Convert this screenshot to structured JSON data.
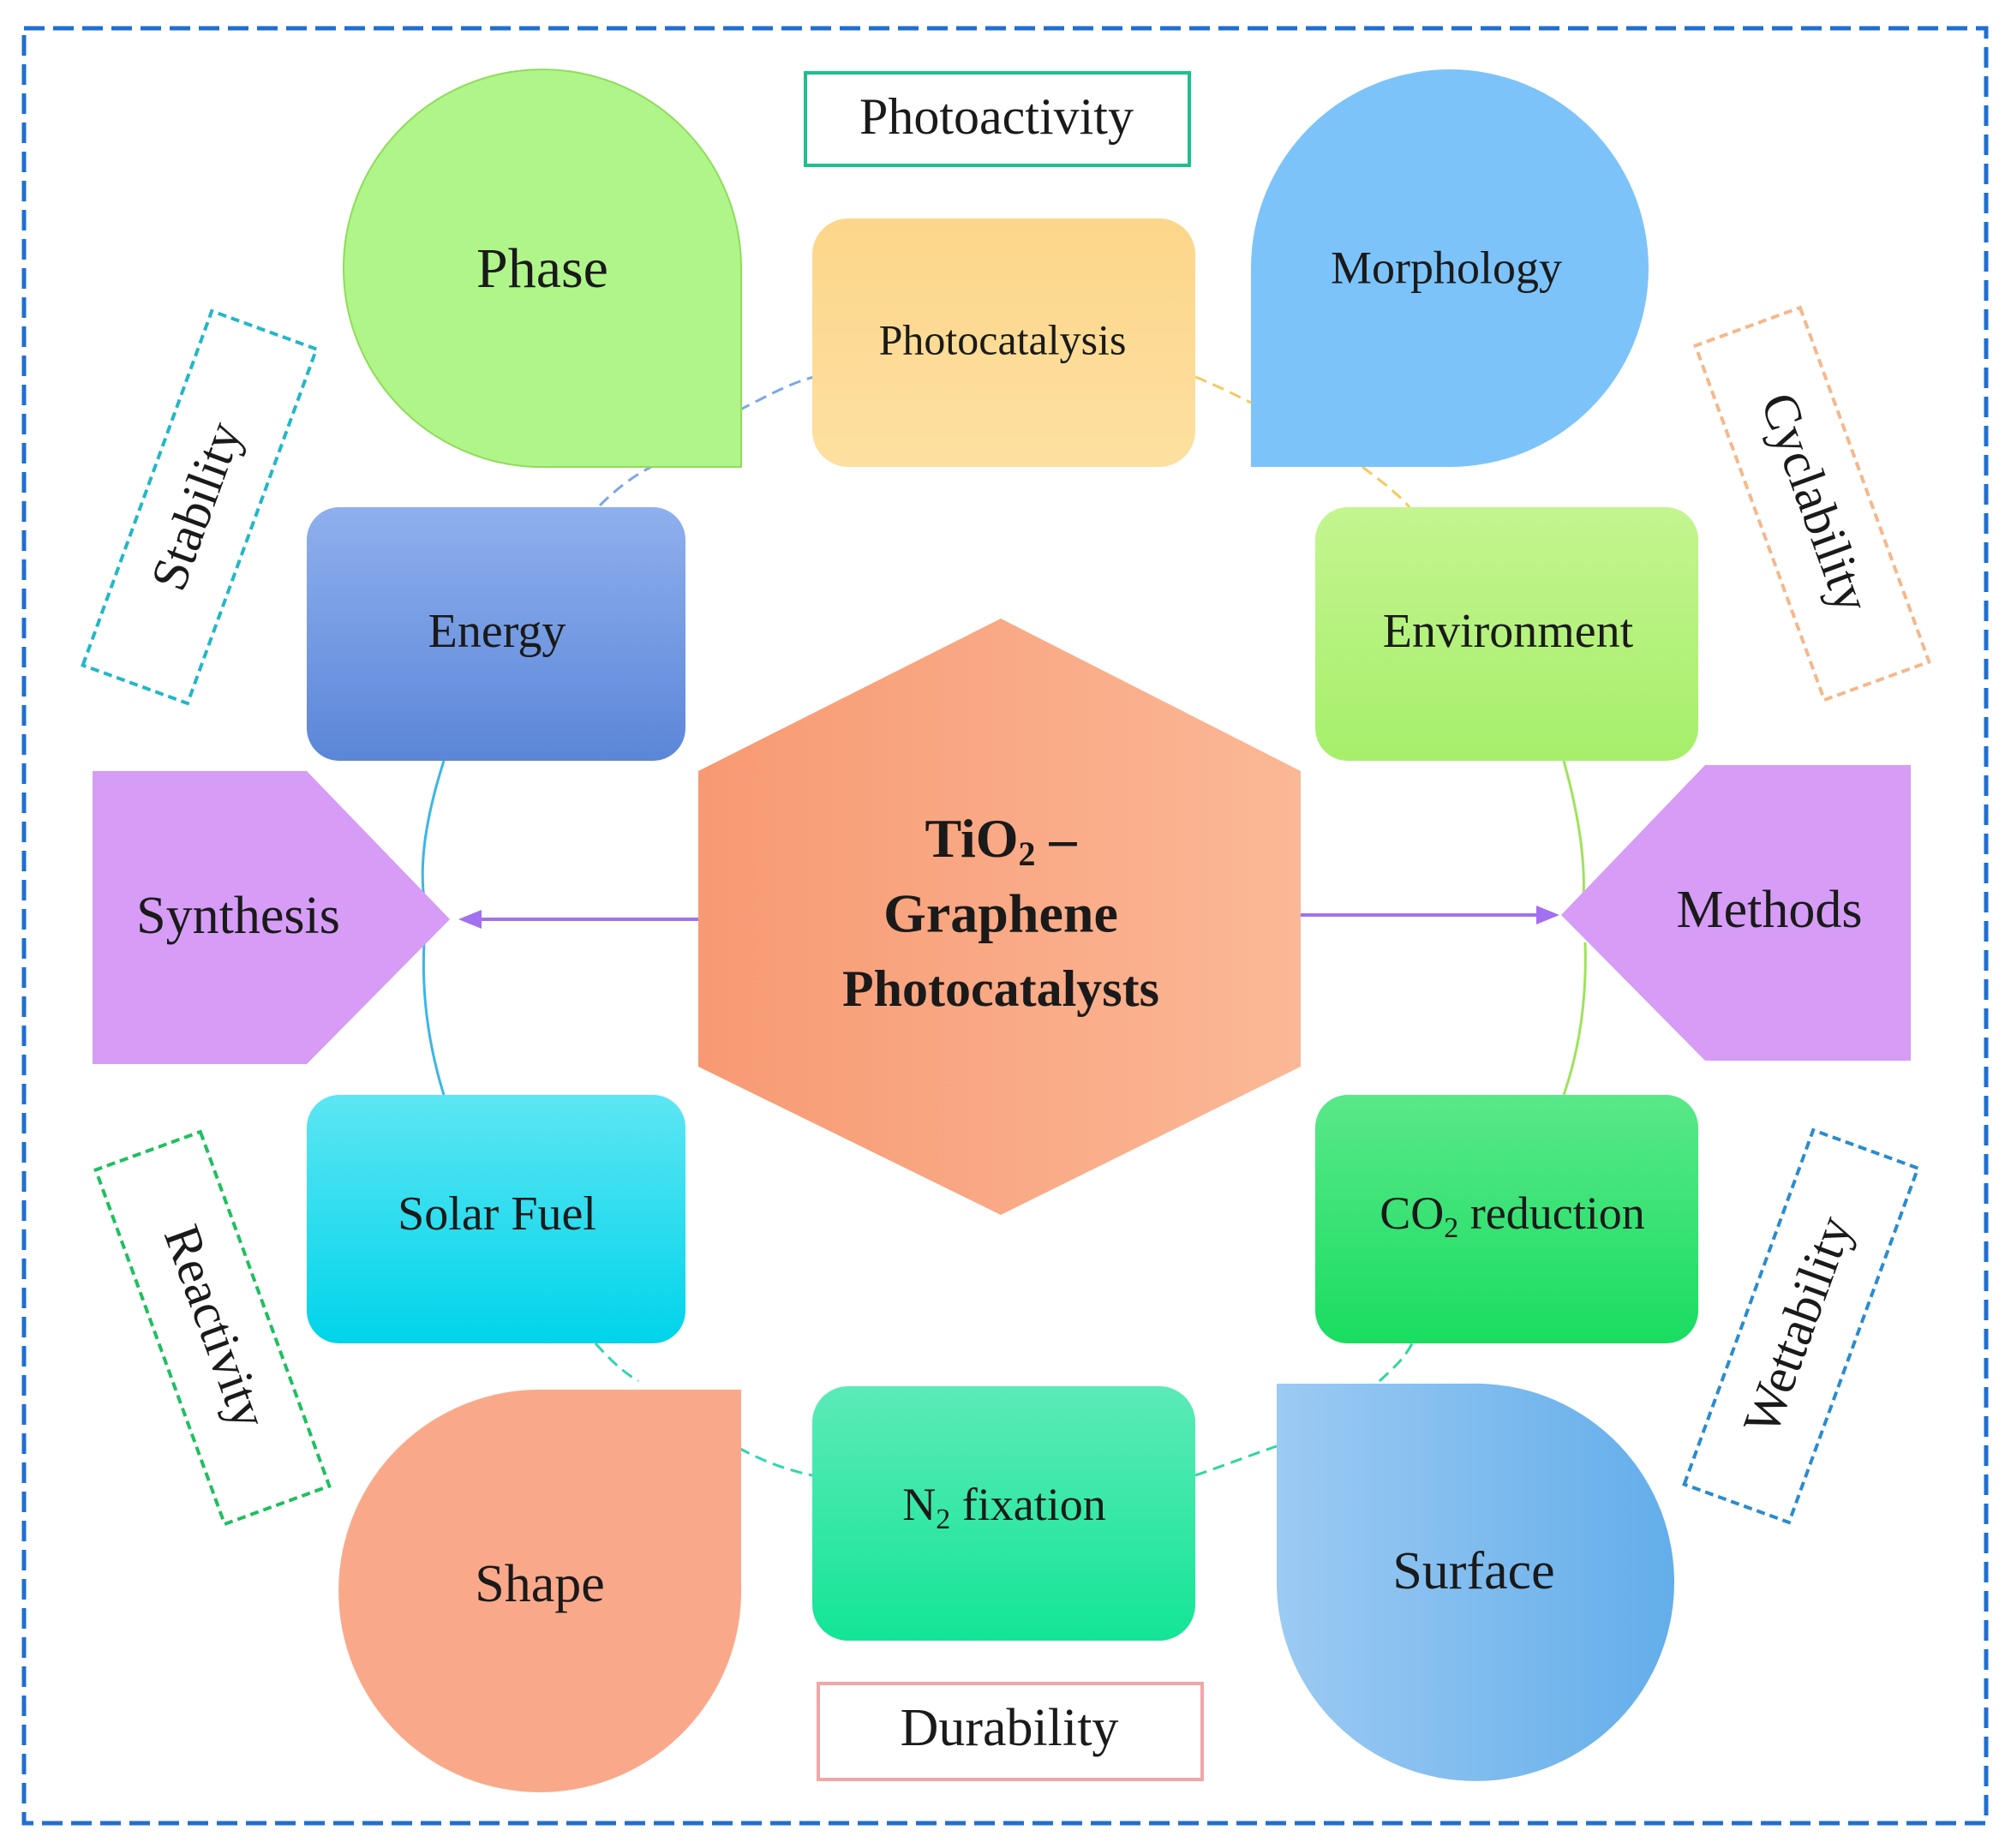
{
  "center": {
    "line1_main": "TiO",
    "line1_sub": "2",
    "line1_tail": " –",
    "line2": "Graphene",
    "line3": "Photocatalysts"
  },
  "nodes": {
    "phase": "Phase",
    "photocatalysis": "Photocatalysis",
    "morphology": "Morphology",
    "energy": "Energy",
    "environment": "Environment",
    "synthesis": "Synthesis",
    "methods": "Methods",
    "solar_fuel": "Solar Fuel",
    "co2_main": "CO",
    "co2_sub": "2",
    "co2_tail": " reduction",
    "shape": "Shape",
    "n2_main": "N",
    "n2_sub": "2",
    "n2_tail": " fixation",
    "surface": "Surface"
  },
  "properties": {
    "photoactivity": "Photoactivity",
    "stability": "Stability",
    "cyclability": "Cyclability",
    "reactivity": "Reactivity",
    "wettability": "Wettability",
    "durability": "Durability"
  },
  "colors": {
    "frame": "#1f6fd1",
    "center_hex": "#f9a77f",
    "phase": "#b0f58a",
    "photocatalysis": "#fbd98b",
    "morphology": "#7cc3fa",
    "energy": "#6e96e0",
    "environment": "#b4f37c",
    "synthesis": "#d69cf6",
    "methods": "#d69cf6",
    "solar_fuel": "#2fd6ec",
    "co2_reduction": "#3fe07a",
    "shape": "#f9a98a",
    "n2_fixation": "#3fe8a7",
    "surface": "#7cb8ef",
    "arrow": "#a270f0"
  }
}
